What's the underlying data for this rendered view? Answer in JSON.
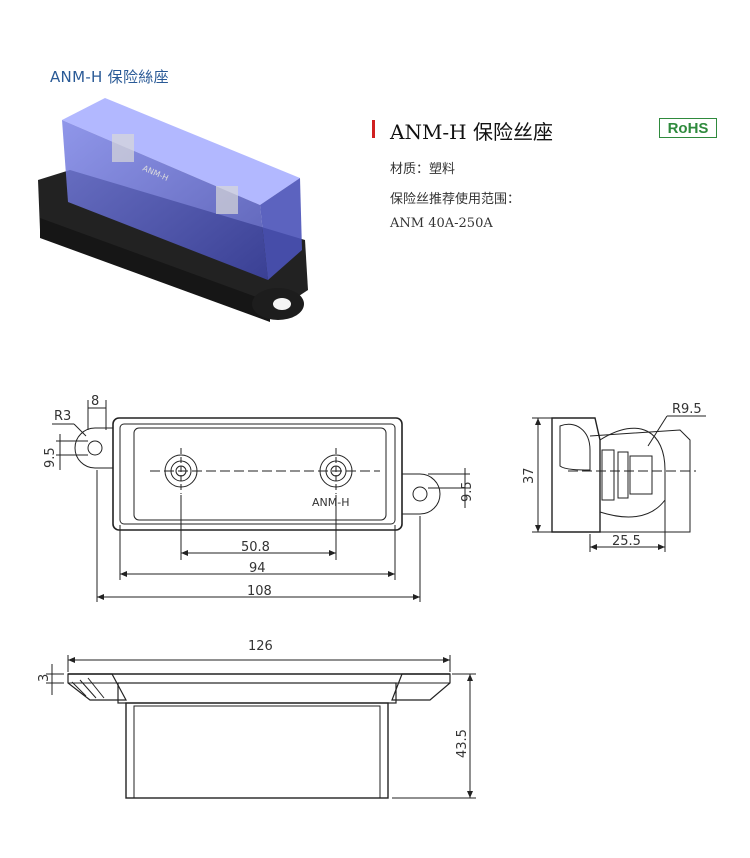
{
  "header": {
    "title": "ANM-H 保险絲座"
  },
  "product": {
    "name": "ANM-H  保险丝座",
    "badge": "RoHS",
    "material": "材质：塑料",
    "range_label": "保险丝推荐使用范围：",
    "range_value": "ANM 40A-250A"
  },
  "drawing": {
    "front_view": {
      "dims": {
        "slot_width": "8",
        "radius": "R3",
        "hole_left": "9.5",
        "hole_right": "9.5",
        "pitch": "50.8",
        "inner": "94",
        "overall": "108"
      },
      "label": "ANM-H"
    },
    "side_view": {
      "dims": {
        "radius": "R9.5",
        "height": "37",
        "depth": "25.5"
      }
    },
    "bottom_view": {
      "dims": {
        "width": "126",
        "flange": "3",
        "height": "43.5"
      }
    }
  },
  "colors": {
    "title_blue": "#2a5a96",
    "accent_red": "#d02020",
    "rohs_green": "#2f8a3d",
    "cover_blue": "#5a62c8"
  }
}
